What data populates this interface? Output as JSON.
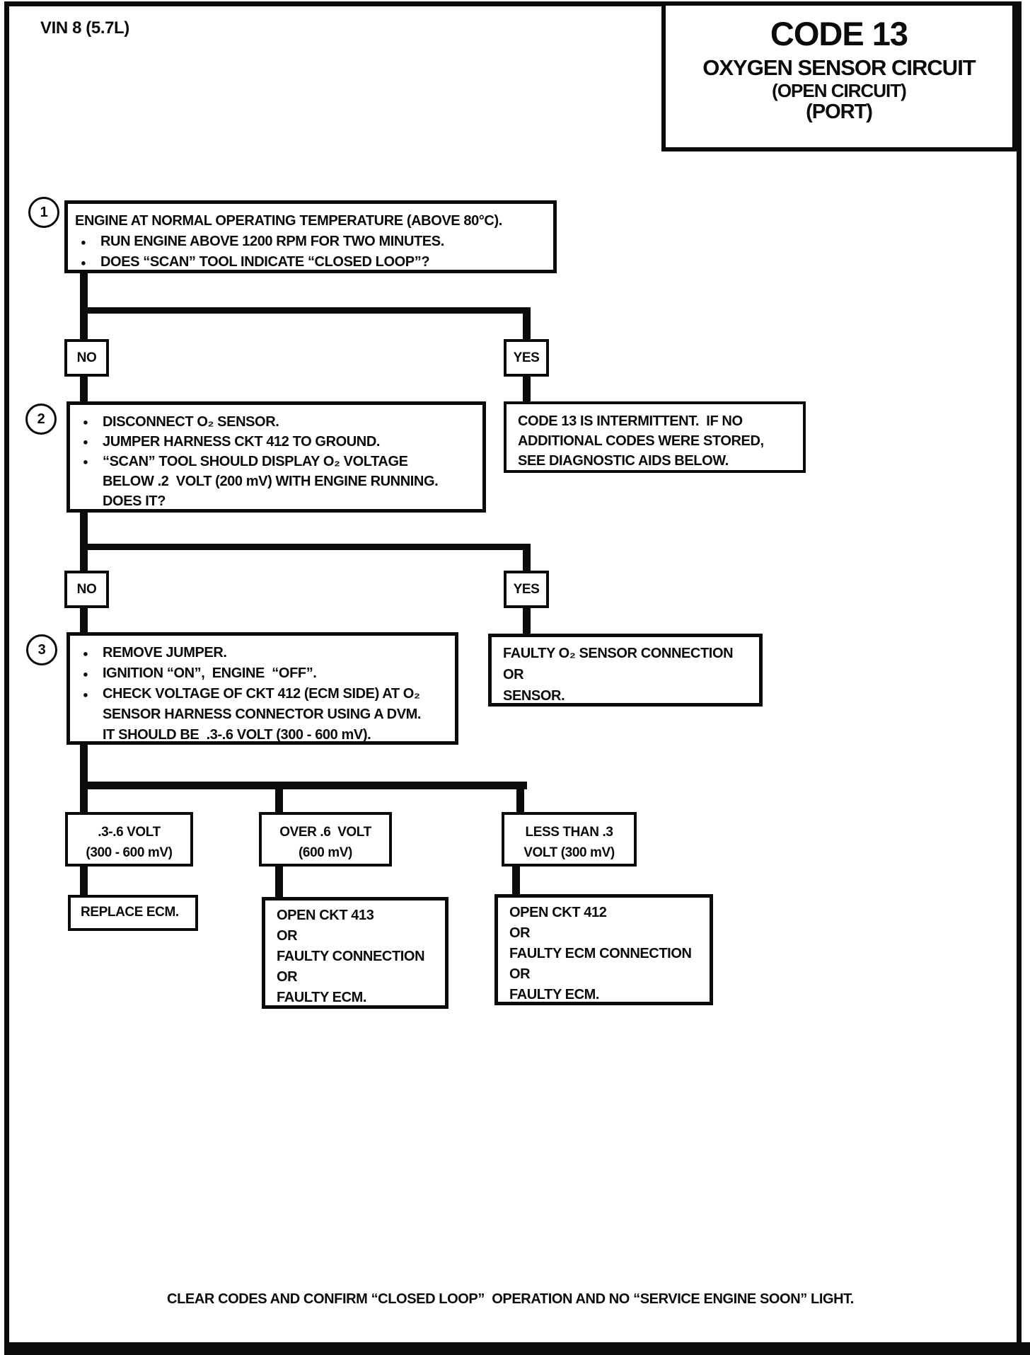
{
  "page": {
    "vin_label": "VIN 8 (5.7L)",
    "footer_note": "CLEAR CODES AND CONFIRM “CLOSED LOOP”  OPERATION AND NO “SERVICE ENGINE SOON” LIGHT.",
    "ink_color": "#0b0b0b",
    "paper_color": "#ffffff"
  },
  "title_block": {
    "code": "CODE 13",
    "subtitle": "OXYGEN SENSOR CIRCUIT",
    "sub2": "(OPEN CIRCUIT)",
    "sub3": "(PORT)"
  },
  "flow": {
    "step1": {
      "number": "1",
      "lines": [
        {
          "bullet": false,
          "text": "ENGINE AT NORMAL OPERATING TEMPERATURE (ABOVE 80°C)."
        },
        {
          "bullet": true,
          "text": "RUN ENGINE ABOVE 1200 RPM FOR TWO MINUTES."
        },
        {
          "bullet": true,
          "text": "DOES “SCAN” TOOL INDICATE “CLOSED LOOP”?"
        }
      ]
    },
    "branch1": {
      "no_label": "NO",
      "yes_label": "YES"
    },
    "code13_intermittent": {
      "lines": [
        "CODE 13 IS INTERMITTENT.  IF NO",
        "ADDITIONAL CODES WERE STORED,",
        "SEE DIAGNOSTIC AIDS BELOW."
      ]
    },
    "step2": {
      "number": "2",
      "lines": [
        {
          "bullet": true,
          "text": "DISCONNECT O₂ SENSOR."
        },
        {
          "bullet": true,
          "text": "JUMPER HARNESS CKT 412 TO GROUND."
        },
        {
          "bullet": true,
          "text": "“SCAN” TOOL SHOULD DISPLAY O₂ VOLTAGE"
        },
        {
          "bullet": false,
          "text": "BELOW .2  VOLT (200 mV) WITH ENGINE RUNNING."
        },
        {
          "bullet": false,
          "text": "DOES IT?"
        }
      ]
    },
    "branch2": {
      "no_label": "NO",
      "yes_label": "YES"
    },
    "faulty_sensor": {
      "lines": [
        "FAULTY O₂ SENSOR CONNECTION",
        "OR",
        "SENSOR."
      ]
    },
    "step3": {
      "number": "3",
      "lines": [
        {
          "bullet": true,
          "text": "REMOVE JUMPER."
        },
        {
          "bullet": true,
          "text": "IGNITION “ON”,  ENGINE  “OFF”."
        },
        {
          "bullet": true,
          "text": "CHECK VOLTAGE OF CKT 412 (ECM SIDE) AT O₂"
        },
        {
          "bullet": false,
          "text": "SENSOR HARNESS CONNECTOR USING A DVM."
        },
        {
          "bullet": false,
          "text": "IT SHOULD BE  .3-.6 VOLT (300 - 600 mV)."
        }
      ]
    },
    "branch3": {
      "outcome1": {
        "lines": [
          ".3-.6 VOLT",
          "(300 - 600 mV)"
        ]
      },
      "outcome2": {
        "lines": [
          "OVER .6  VOLT",
          "(600 mV)"
        ]
      },
      "outcome3": {
        "lines": [
          "LESS THAN .3",
          "VOLT (300 mV)"
        ]
      }
    },
    "result1": {
      "lines": [
        "REPLACE ECM."
      ]
    },
    "result2": {
      "lines": [
        "OPEN CKT 413",
        "OR",
        "FAULTY CONNECTION",
        "OR",
        "FAULTY ECM."
      ]
    },
    "result3": {
      "lines": [
        "OPEN CKT 412",
        "OR",
        "FAULTY ECM CONNECTION",
        "OR",
        "FAULTY ECM."
      ]
    }
  }
}
